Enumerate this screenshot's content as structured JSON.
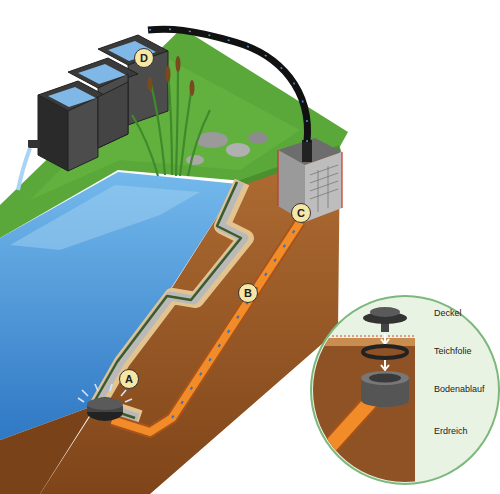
{
  "diagram": {
    "labels": [
      "D",
      "C",
      "B",
      "A",
      "Deckel",
      "Teichfolie",
      "Bodenablauf",
      "Erdreich"
    ]
  }
}
